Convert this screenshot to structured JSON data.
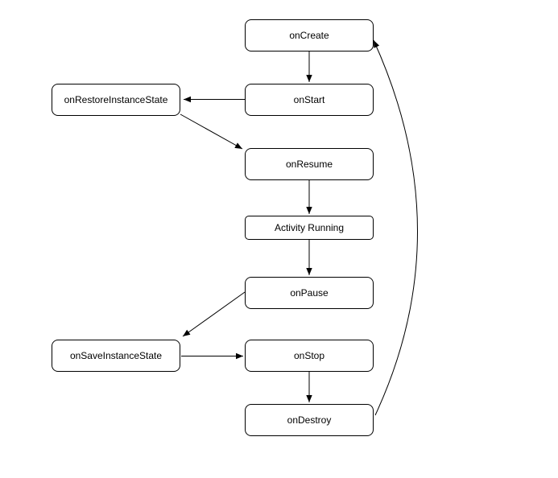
{
  "diagram": {
    "type": "flowchart",
    "background_color": "#ffffff",
    "node_fill_color": "#ffffff",
    "stroke_color": "#000000",
    "nodes": [
      {
        "id": "onCreate",
        "label": "onCreate"
      },
      {
        "id": "onStart",
        "label": "onStart"
      },
      {
        "id": "onRestoreInstanceState",
        "label": "onRestoreInstanceState"
      },
      {
        "id": "onResume",
        "label": "onResume"
      },
      {
        "id": "activityRunning",
        "label": "Activity Running"
      },
      {
        "id": "onPause",
        "label": "onPause"
      },
      {
        "id": "onSaveInstanceState",
        "label": "onSaveInstanceState"
      },
      {
        "id": "onStop",
        "label": "onStop"
      },
      {
        "id": "onDestroy",
        "label": "onDestroy"
      }
    ],
    "edges": [
      {
        "from": "onCreate",
        "to": "onStart"
      },
      {
        "from": "onStart",
        "to": "onRestoreInstanceState"
      },
      {
        "from": "onRestoreInstanceState",
        "to": "onResume"
      },
      {
        "from": "onResume",
        "to": "activityRunning"
      },
      {
        "from": "activityRunning",
        "to": "onPause"
      },
      {
        "from": "onPause",
        "to": "onSaveInstanceState"
      },
      {
        "from": "onSaveInstanceState",
        "to": "onStop"
      },
      {
        "from": "onStop",
        "to": "onDestroy"
      },
      {
        "from": "onDestroy",
        "to": "onCreate",
        "style": "curved"
      }
    ]
  }
}
